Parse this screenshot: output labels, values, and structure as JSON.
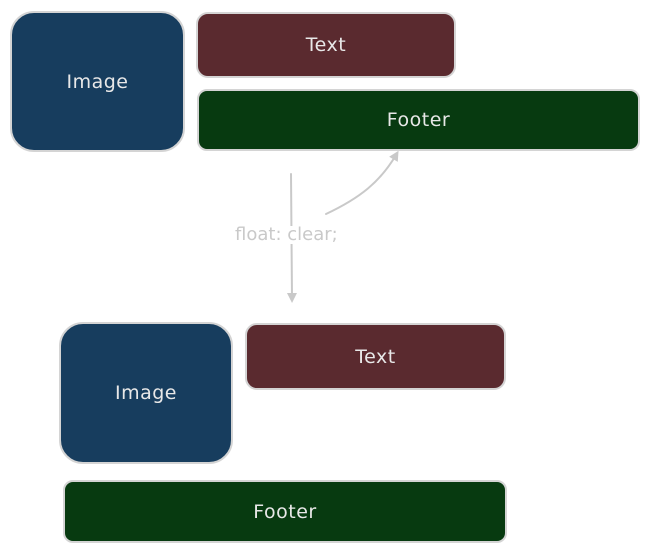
{
  "before": {
    "image_label": "Image",
    "text_label": "Text",
    "footer_label": "Footer"
  },
  "annotation": {
    "label": "float: clear;"
  },
  "after": {
    "image_label": "Image",
    "text_label": "Text",
    "footer_label": "Footer"
  },
  "colors": {
    "image_fill": "#173d5e",
    "text_fill": "#5a2a2f",
    "footer_fill": "#073a10",
    "stroke": "#d4d4d4",
    "arrow": "#c9c9c9"
  }
}
